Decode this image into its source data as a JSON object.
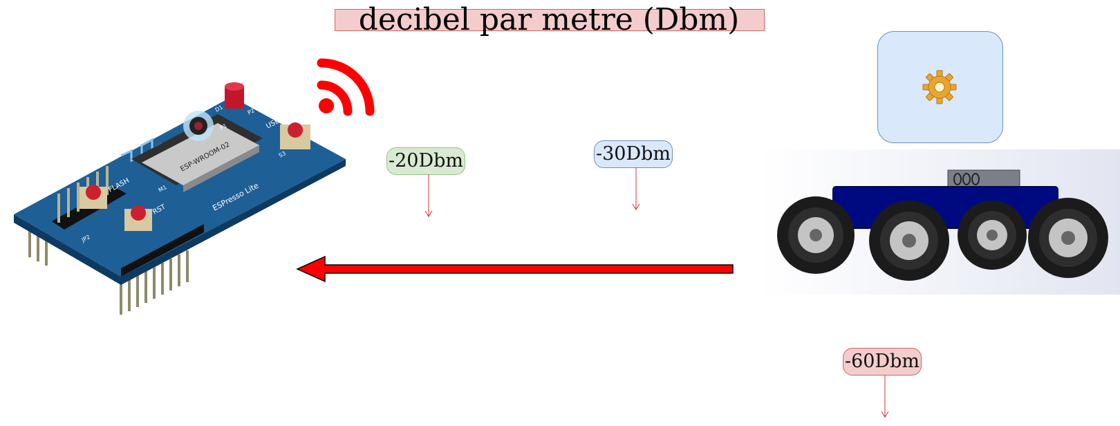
{
  "title": "decibel par metre (Dbm)",
  "labels": {
    "near": "-20Dbm",
    "mid": "-30Dbm",
    "far": "-60Dbm"
  },
  "board": {
    "module_text": "ESP-WROOM-02",
    "brand_text": "ESPresso Lite",
    "silk_flash": "FLASH",
    "silk_rst": "RST",
    "silk_user": "USER",
    "silk_m1": "M1",
    "silk_d1": "D1",
    "silk_s3": "S3",
    "silk_p1": "P1",
    "silk_p2": "P2",
    "silk_jp2": "JP2"
  },
  "colors": {
    "signal_red": "#ff0000",
    "board_blue": "#1e5f95",
    "rover_body": "#000a80",
    "tag_green": "#d9ead3",
    "tag_blue": "#dae8fc",
    "tag_red": "#f4cccc"
  },
  "icons": [
    "wifi-signal-icon",
    "gear-icon",
    "signal-arrow-icon",
    "esp-board-image",
    "rover-image"
  ]
}
